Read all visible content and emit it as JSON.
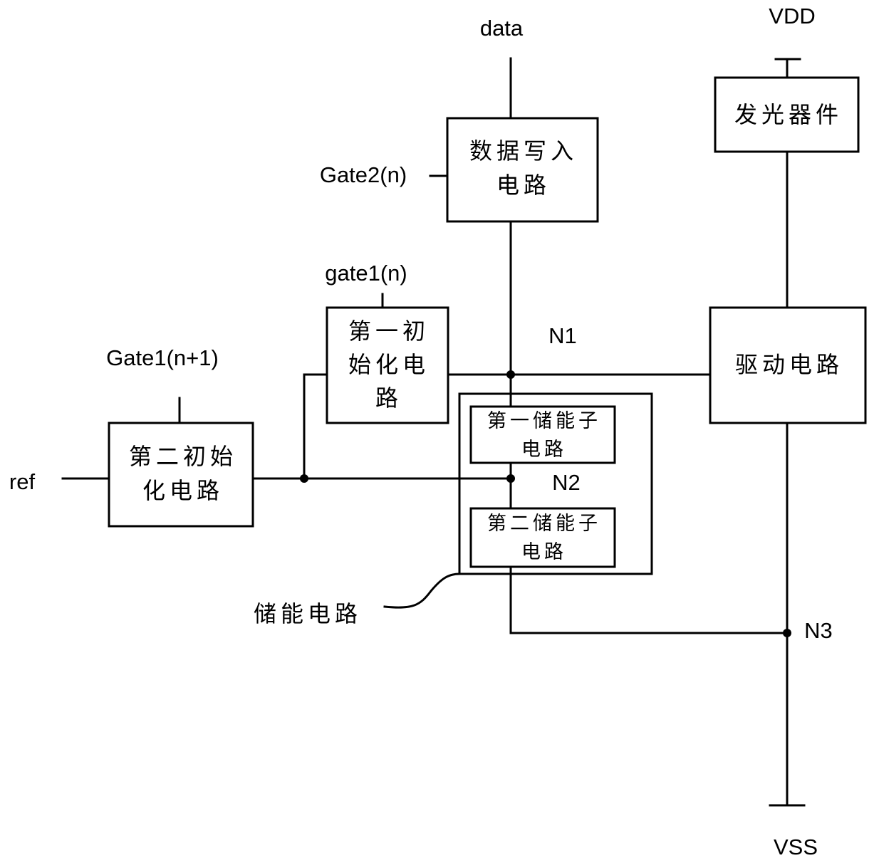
{
  "diagram": {
    "type": "block circuit diagram",
    "signals": {
      "data": "data",
      "vdd": "VDD",
      "vss": "VSS",
      "gate2": "Gate2(n)",
      "gate1_n": "gate1(n)",
      "gate1_n1": "Gate1(n+1)",
      "ref": "ref"
    },
    "nodes": {
      "n1": "N1",
      "n2": "N2",
      "n3": "N3"
    },
    "blocks": {
      "data_write": {
        "line1": "数据写入",
        "line2": "电路"
      },
      "light_emitting": {
        "line1": "发光器件"
      },
      "driving": {
        "line1": "驱动电路"
      },
      "first_init": {
        "line1": "第一初",
        "line2": "始化电",
        "line3": "路"
      },
      "second_init": {
        "line1": "第二初始",
        "line2": "化电路"
      },
      "first_storage_sub": {
        "line1": "第一储能子",
        "line2": "电路"
      },
      "second_storage_sub": {
        "line1": "第二储能子",
        "line2": "电路"
      },
      "storage_circuit_label": "储能电路"
    }
  }
}
